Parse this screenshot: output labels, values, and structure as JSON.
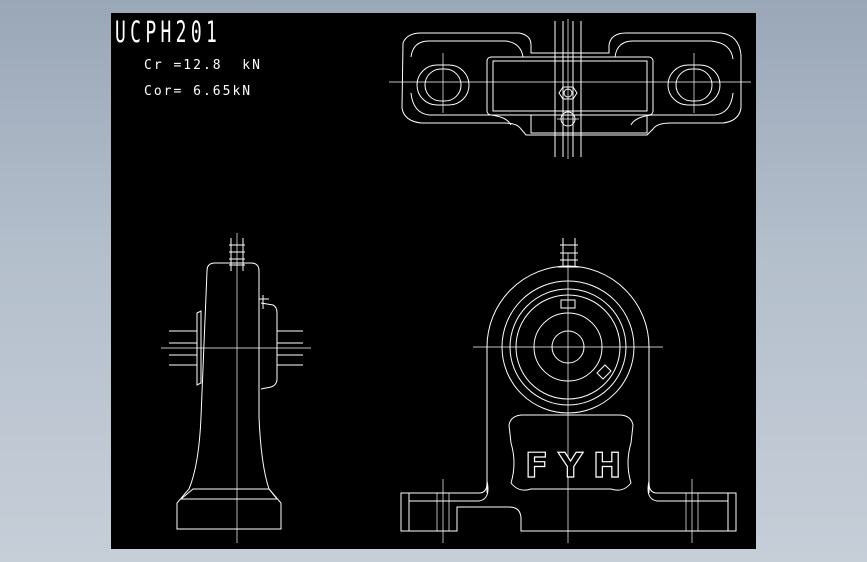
{
  "drawing": {
    "title": "UCPH201",
    "specs": {
      "cr": "Cr =12.8  kN",
      "cor": "Cor= 6.65kN"
    },
    "brand": "FYH"
  },
  "colors": {
    "background_gradient_top": "#9aa7b7",
    "background_gradient_bottom": "#c6ced8",
    "viewport": "#000000",
    "line": "#ffffff"
  }
}
